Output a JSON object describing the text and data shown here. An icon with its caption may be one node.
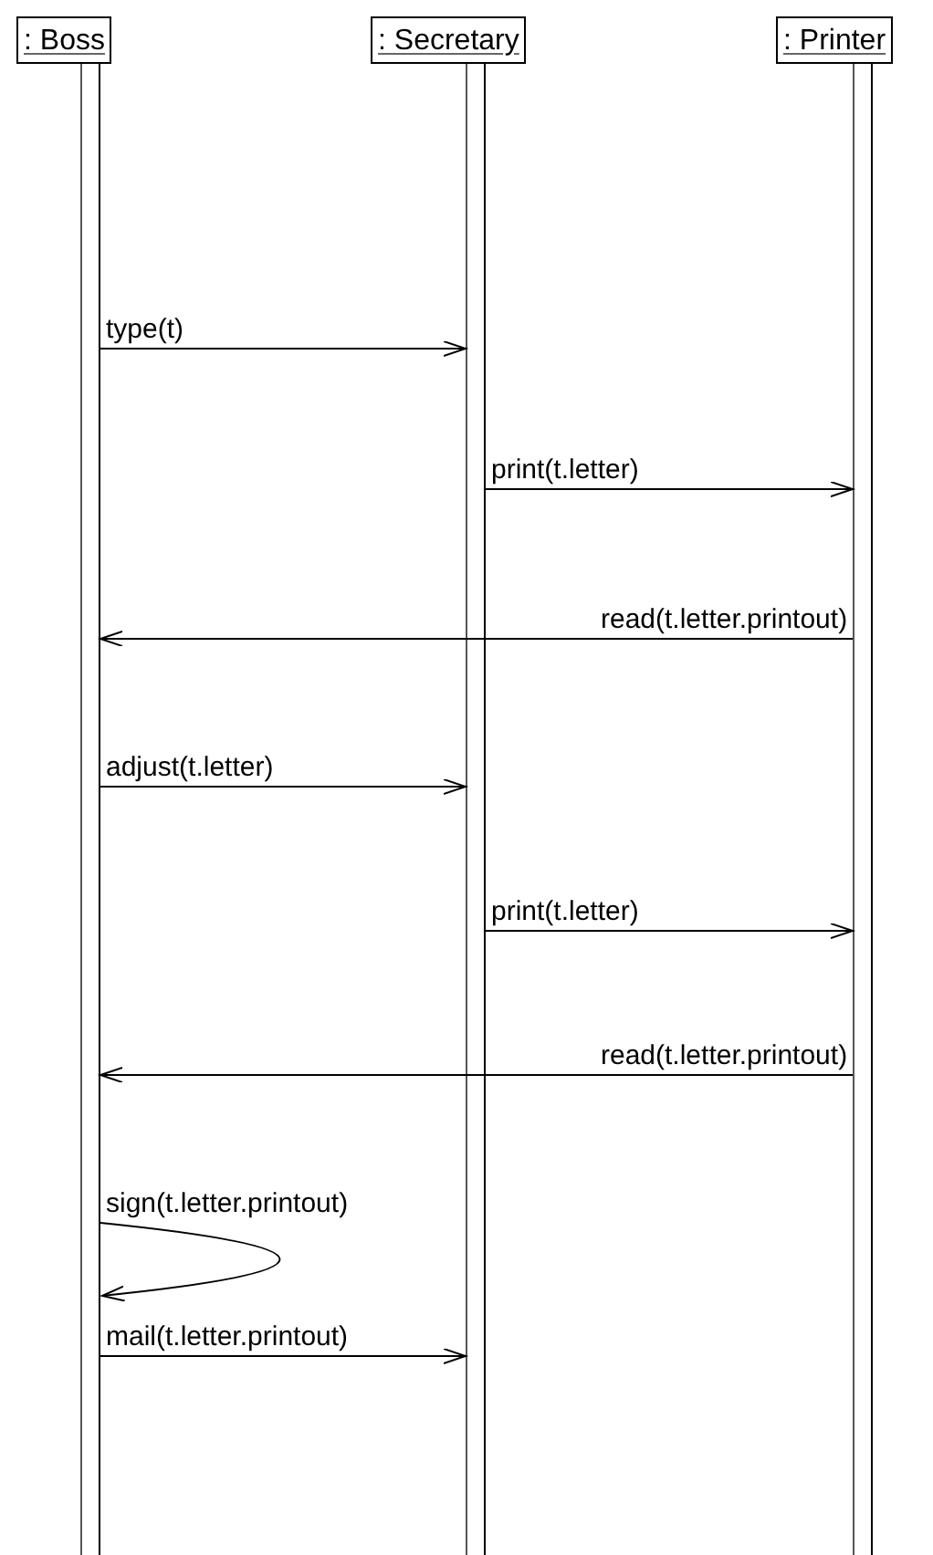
{
  "diagram": {
    "nodes": [
      {
        "text": [
          ": Boss"
        ]
      },
      {
        "text": [
          ": Secretary"
        ]
      },
      {
        "text": [
          ": Printer"
        ]
      },
      {
        "text": [],
        "shape": "bar"
      },
      {
        "text": [],
        "shape": "bar"
      },
      {
        "text": [],
        "shape": "bar"
      }
    ],
    "edges": [
      {
        "from": 3,
        "to": 4,
        "arrow": "to",
        "label": "type(t)"
      },
      {
        "from": 4,
        "to": 5,
        "arrow": "to",
        "label": "print(t.letter)"
      },
      {
        "from": 5,
        "to": 3,
        "arrow": "to",
        "label": "read(t.letter.printout)"
      },
      {
        "from": 3,
        "to": 4,
        "arrow": "to",
        "label": "adjust(t.letter)"
      },
      {
        "from": 4,
        "to": 5,
        "arrow": "to",
        "label": "print(t.letter)"
      },
      {
        "from": 5,
        "to": 3,
        "arrow": "to",
        "label": "read(t.letter.printout)"
      },
      {
        "from": 3,
        "to": 3,
        "arrow": "to",
        "label": "sign(t.letter.printout)"
      },
      {
        "from": 3,
        "to": 4,
        "arrow": "to",
        "label": "mail(t.letter.printout)"
      }
    ]
  }
}
